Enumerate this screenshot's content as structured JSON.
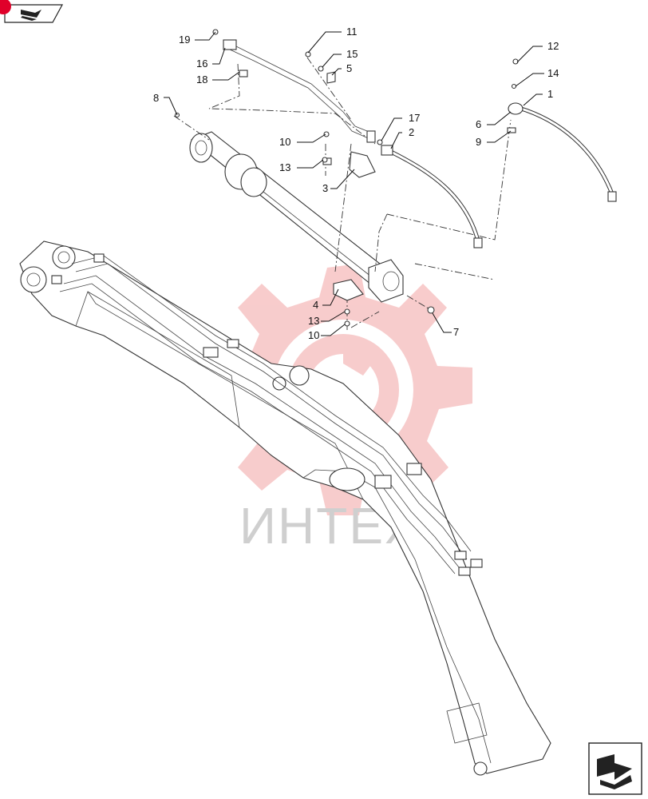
{
  "watermark": {
    "text": "ИНТЕХ",
    "color": "#f2a3a3"
  },
  "nav": {
    "prev_icon": "book-page-back-icon",
    "next_icon": "book-page-forward-icon",
    "badge_color": "#e0002a"
  },
  "callouts": {
    "c1": "1",
    "c2": "2",
    "c3": "3",
    "c4": "4",
    "c5": "5",
    "c6": "6",
    "c7": "7",
    "c8": "8",
    "c9": "9",
    "c10a": "10",
    "c10b": "10",
    "c11": "11",
    "c12": "12",
    "c13a": "13",
    "c13b": "13",
    "c14": "14",
    "c15": "15",
    "c16": "16",
    "c17": "17",
    "c18": "18",
    "c19": "19"
  }
}
